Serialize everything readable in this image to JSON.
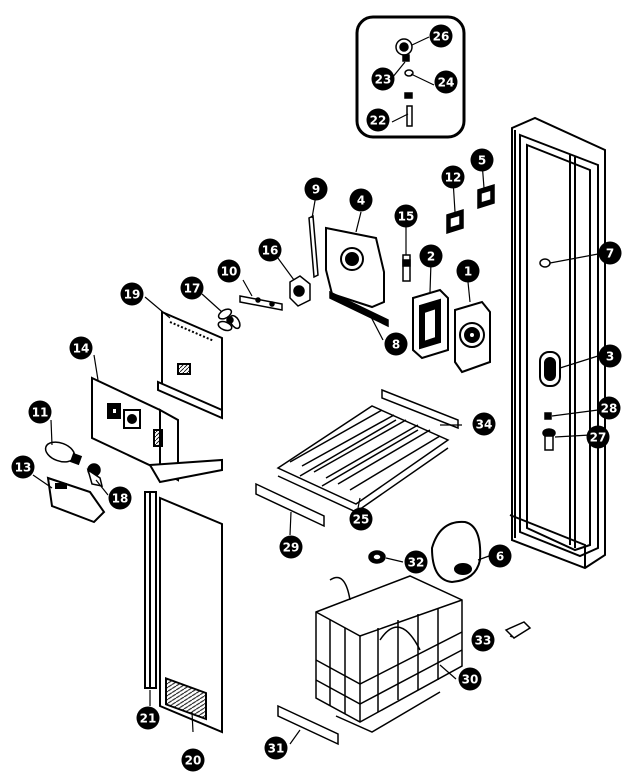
{
  "diagram": {
    "callouts": [
      {
        "id": "c1",
        "label": "1"
      },
      {
        "id": "c2",
        "label": "2"
      },
      {
        "id": "c3",
        "label": "3"
      },
      {
        "id": "c4",
        "label": "4"
      },
      {
        "id": "c5",
        "label": "5"
      },
      {
        "id": "c6",
        "label": "6"
      },
      {
        "id": "c7",
        "label": "7"
      },
      {
        "id": "c8",
        "label": "8"
      },
      {
        "id": "c9",
        "label": "9"
      },
      {
        "id": "c10",
        "label": "10"
      },
      {
        "id": "c11",
        "label": "11"
      },
      {
        "id": "c12",
        "label": "12"
      },
      {
        "id": "c13",
        "label": "13"
      },
      {
        "id": "c14",
        "label": "14"
      },
      {
        "id": "c15",
        "label": "15"
      },
      {
        "id": "c16",
        "label": "16"
      },
      {
        "id": "c17",
        "label": "17"
      },
      {
        "id": "c18",
        "label": "18"
      },
      {
        "id": "c19",
        "label": "19"
      },
      {
        "id": "c20",
        "label": "20"
      },
      {
        "id": "c21",
        "label": "21"
      },
      {
        "id": "c22",
        "label": "22"
      },
      {
        "id": "c23",
        "label": "23"
      },
      {
        "id": "c24",
        "label": "24"
      },
      {
        "id": "c25",
        "label": "25"
      },
      {
        "id": "c26",
        "label": "26"
      },
      {
        "id": "c27",
        "label": "27"
      },
      {
        "id": "c28",
        "label": "28"
      },
      {
        "id": "c29",
        "label": "29"
      },
      {
        "id": "c30",
        "label": "30"
      },
      {
        "id": "c31",
        "label": "31"
      },
      {
        "id": "c32",
        "label": "32"
      },
      {
        "id": "c33",
        "label": "33"
      },
      {
        "id": "c34",
        "label": "34"
      }
    ]
  }
}
